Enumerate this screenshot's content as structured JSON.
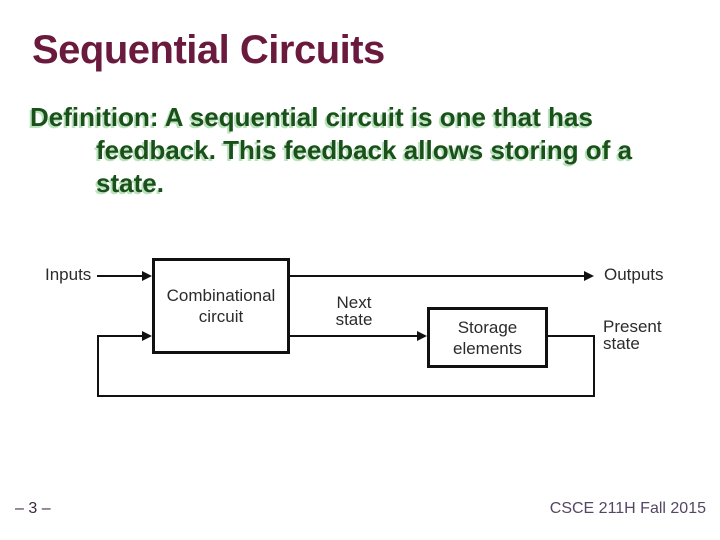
{
  "slide": {
    "background": "#ffffff",
    "title": {
      "text": "Sequential Circuits",
      "color": "#6a1b3d"
    },
    "definition": {
      "color": "#1a511a",
      "shadow_color": "#b9e2bd",
      "full_text": "Definition: A sequential circuit is one that has feedback. This feedback allows storing of a state.",
      "lines": [
        "Definition: A sequential circuit is one that has",
        "feedback. This feedback allows storing of a",
        "state."
      ]
    },
    "diagram": {
      "line_color": "#111111",
      "text_color": "#2b2b2b",
      "labels": {
        "inputs": "Inputs",
        "outputs": "Outputs",
        "next_state": "Next state",
        "present_state": "Present state",
        "combinational_circuit": "Combinational circuit",
        "storage_elements": "Storage elements"
      },
      "flow": "Inputs -> Combinational circuit -> Next state -> Storage elements -> Present state (feedback to Combinational circuit); Combinational circuit -> Outputs"
    },
    "footer": {
      "page_number": "– 3 –",
      "page_number_color": "#3c2a3c",
      "course": "CSCE 211H Fall 2015",
      "course_color": "#554666"
    }
  }
}
